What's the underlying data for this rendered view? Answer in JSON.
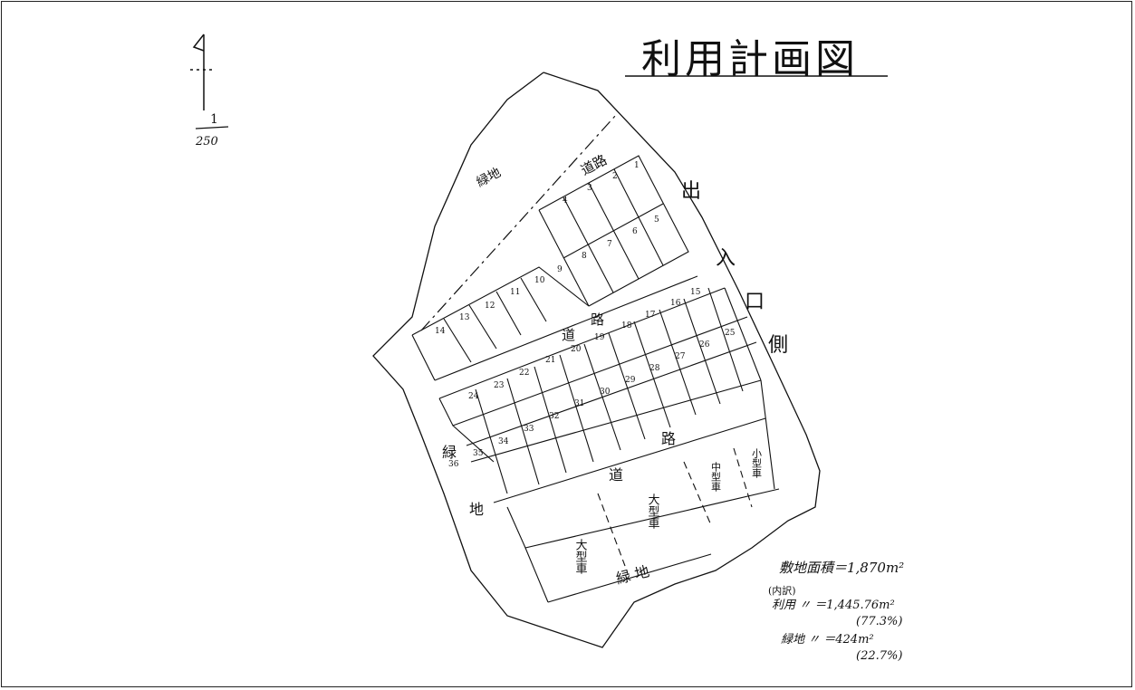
{
  "title": "利用計画図",
  "scale": {
    "numerator": "1",
    "denominator": "250"
  },
  "side_label": [
    "出",
    "入",
    "口",
    "側"
  ],
  "areas": {
    "green_top": "緑地",
    "green_left": [
      "緑",
      "地"
    ],
    "green_bottom": "緑 地"
  },
  "roads": {
    "road_top": "道路",
    "road_mid": [
      "道",
      "路"
    ],
    "road_bottom": [
      "道",
      "路"
    ]
  },
  "parking": {
    "large_1": "大型車",
    "large_2": "大型車",
    "medium": "中型車",
    "small": "小型車"
  },
  "lot_numbers": [
    "1",
    "2",
    "3",
    "4",
    "5",
    "6",
    "7",
    "8",
    "9",
    "10",
    "11",
    "12",
    "13",
    "14",
    "15",
    "16",
    "17",
    "18",
    "19",
    "20",
    "21",
    "22",
    "23",
    "24",
    "25",
    "26",
    "27",
    "28",
    "29",
    "30",
    "31",
    "32",
    "33",
    "34",
    "35",
    "36"
  ],
  "summary": {
    "site_area": "敷地面積＝1,870m²",
    "breakdown_label": "(内訳)",
    "use_area": "利用 〃 ＝1,445.76m²",
    "use_pct": "(77.3%)",
    "green_area": "緑地 〃 ＝424m²",
    "green_pct": "(22.7%)"
  }
}
